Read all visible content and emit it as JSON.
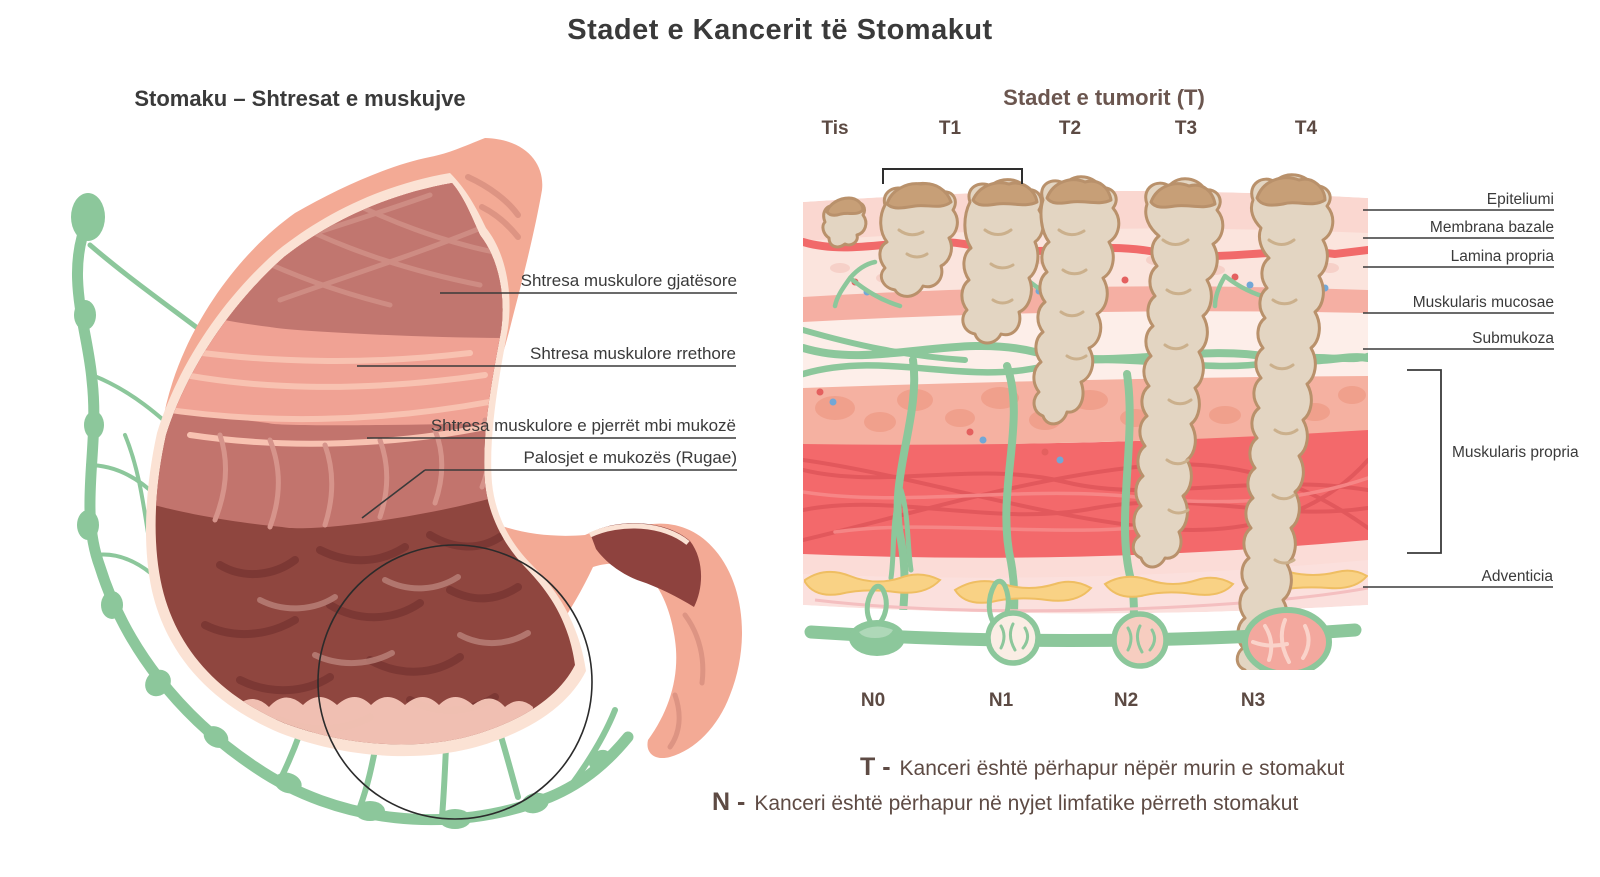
{
  "title": "Stadet e Kancerit të Stomakut",
  "left_panel": {
    "heading": "Stomaku – Shtresat e muskujve",
    "labels": {
      "longitudinal": "Shtresa muskulore gjatësore",
      "circular": "Shtresa muskulore rrethore",
      "oblique": "Shtresa muskulore e pjerrët mbi mukozë",
      "rugae": "Palosjet e mukozës (Rugae)"
    }
  },
  "right_panel": {
    "heading": "Stadet e tumorit (T)",
    "t_stages": [
      "Tis",
      "T1",
      "T2",
      "T3",
      "T4"
    ],
    "n_stages": [
      "N0",
      "N1",
      "N2",
      "N3"
    ],
    "layers": {
      "epithelium": "Epiteliumi",
      "basement": "Membrana bazale",
      "lamina": "Lamina propria",
      "musc_mucosae": "Muskularis mucosae",
      "submucosa": "Submukoza",
      "musc_propria": "Muskularis propria",
      "adventitia": "Adventicia"
    }
  },
  "legend": {
    "t_key": "T -",
    "t_text": "Kanceri është përhapur nëpër murin e stomakut",
    "n_key": "N -",
    "n_text": "Kanceri është përhapur në nyjet limfatike përreth stomakut"
  },
  "colors": {
    "lymph_green": "#8CC79B",
    "stomach_salmon": "#F3AA95",
    "tumor_beige": "#E3D5C2",
    "tumor_outline": "#B9916B",
    "muscle_red": "#F3696B",
    "mucosa_maroon": "#8F463F",
    "label_dark": "#3A3A3A",
    "brown_text": "#5E4B44"
  }
}
